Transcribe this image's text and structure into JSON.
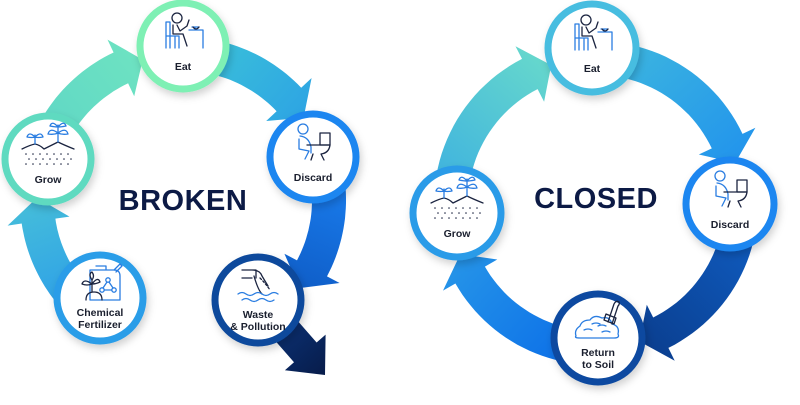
{
  "diagrams": [
    {
      "id": "broken",
      "title": "BROKEN",
      "nodes": [
        {
          "key": "eat",
          "label": [
            "Eat"
          ],
          "icon": "person-eating-icon",
          "ring_color": "#7ef0b4"
        },
        {
          "key": "discard",
          "label": [
            "Discard"
          ],
          "icon": "person-on-toilet-icon",
          "ring_color": "#1a86f0"
        },
        {
          "key": "waste",
          "label": [
            "Waste",
            "& Pollution"
          ],
          "icon": "pipe-discharge-water-icon",
          "ring_color": "#0c4a9c"
        },
        {
          "key": "fertilizer",
          "label": [
            "Chemical",
            "Fertilizer"
          ],
          "icon": "fertilizer-jug-molecule-icon",
          "ring_color": "#2b9de8"
        },
        {
          "key": "grow",
          "label": [
            "Grow"
          ],
          "icon": "seedlings-soil-icon",
          "ring_color": "#5fdac0"
        }
      ],
      "arrows": [
        {
          "from": "eat",
          "to": "discard",
          "color_start": "#3cc4d8",
          "color_end": "#2a9de6"
        },
        {
          "from": "discard",
          "to": "waste",
          "color_start": "#1a7ff0",
          "color_end": "#0d57c0"
        },
        {
          "from": "waste",
          "to": "exit",
          "color_start": "#0d3a86",
          "color_end": "#071c4a"
        },
        {
          "from": "fertilizer",
          "to": "grow",
          "color_start": "#2d9fe8",
          "color_end": "#4cc6d6"
        },
        {
          "from": "grow",
          "to": "eat",
          "color_start": "#5ed6c6",
          "color_end": "#72e6c0"
        }
      ]
    },
    {
      "id": "closed",
      "title": "CLOSED",
      "nodes": [
        {
          "key": "eat",
          "label": [
            "Eat"
          ],
          "icon": "person-eating-icon",
          "ring_color": "#47bde0"
        },
        {
          "key": "discard",
          "label": [
            "Discard"
          ],
          "icon": "person-on-toilet-icon",
          "ring_color": "#1a86f0"
        },
        {
          "key": "return",
          "label": [
            "Return",
            "to Soil"
          ],
          "icon": "compost-pile-shovel-icon",
          "ring_color": "#0a4aa0"
        },
        {
          "key": "grow",
          "label": [
            "Grow"
          ],
          "icon": "seedlings-soil-icon",
          "ring_color": "#2a9be8"
        }
      ],
      "arrows": [
        {
          "from": "eat",
          "to": "discard",
          "color_start": "#3fb9de",
          "color_end": "#1e8fee"
        },
        {
          "from": "discard",
          "to": "return",
          "color_start": "#0f5cc0",
          "color_end": "#0a3a88"
        },
        {
          "from": "return",
          "to": "grow",
          "color_start": "#0b6ee8",
          "color_end": "#2a9be8"
        },
        {
          "from": "grow",
          "to": "eat",
          "color_start": "#3cb0e0",
          "color_end": "#6fe0c8"
        }
      ]
    }
  ]
}
